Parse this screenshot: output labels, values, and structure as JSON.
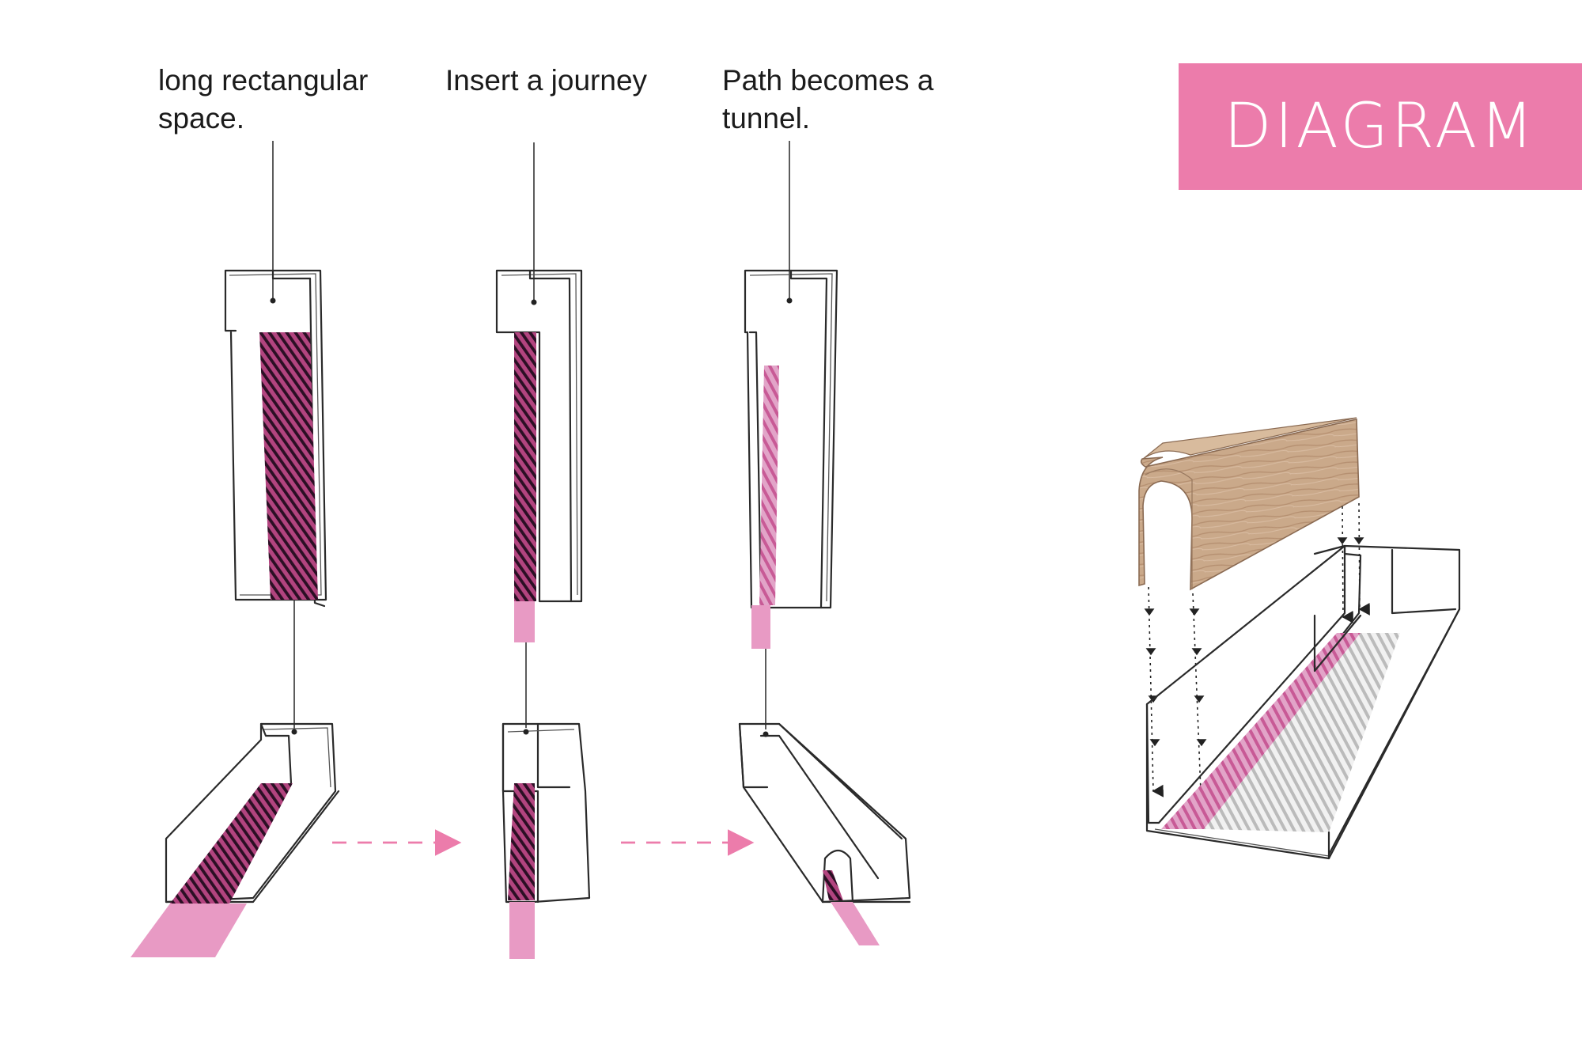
{
  "captions": [
    {
      "text": "long rectangular\nspace."
    },
    {
      "text": "Insert a journey"
    },
    {
      "text": "Path becomes a\ntunnel."
    }
  ],
  "badge": {
    "label": "DIAGRAM"
  },
  "colors": {
    "accent": "#ec7cab",
    "path_pink": "#e89ac4",
    "hatch_dark": "#2b0f24",
    "hatch_mag": "#b2447f",
    "wood": "#caa98a",
    "ink": "#2a2a2a"
  },
  "icons": [
    "dashed-arrow-right-icon",
    "dashed-arrow-right-icon",
    "dotted-arrow-down-icon"
  ]
}
